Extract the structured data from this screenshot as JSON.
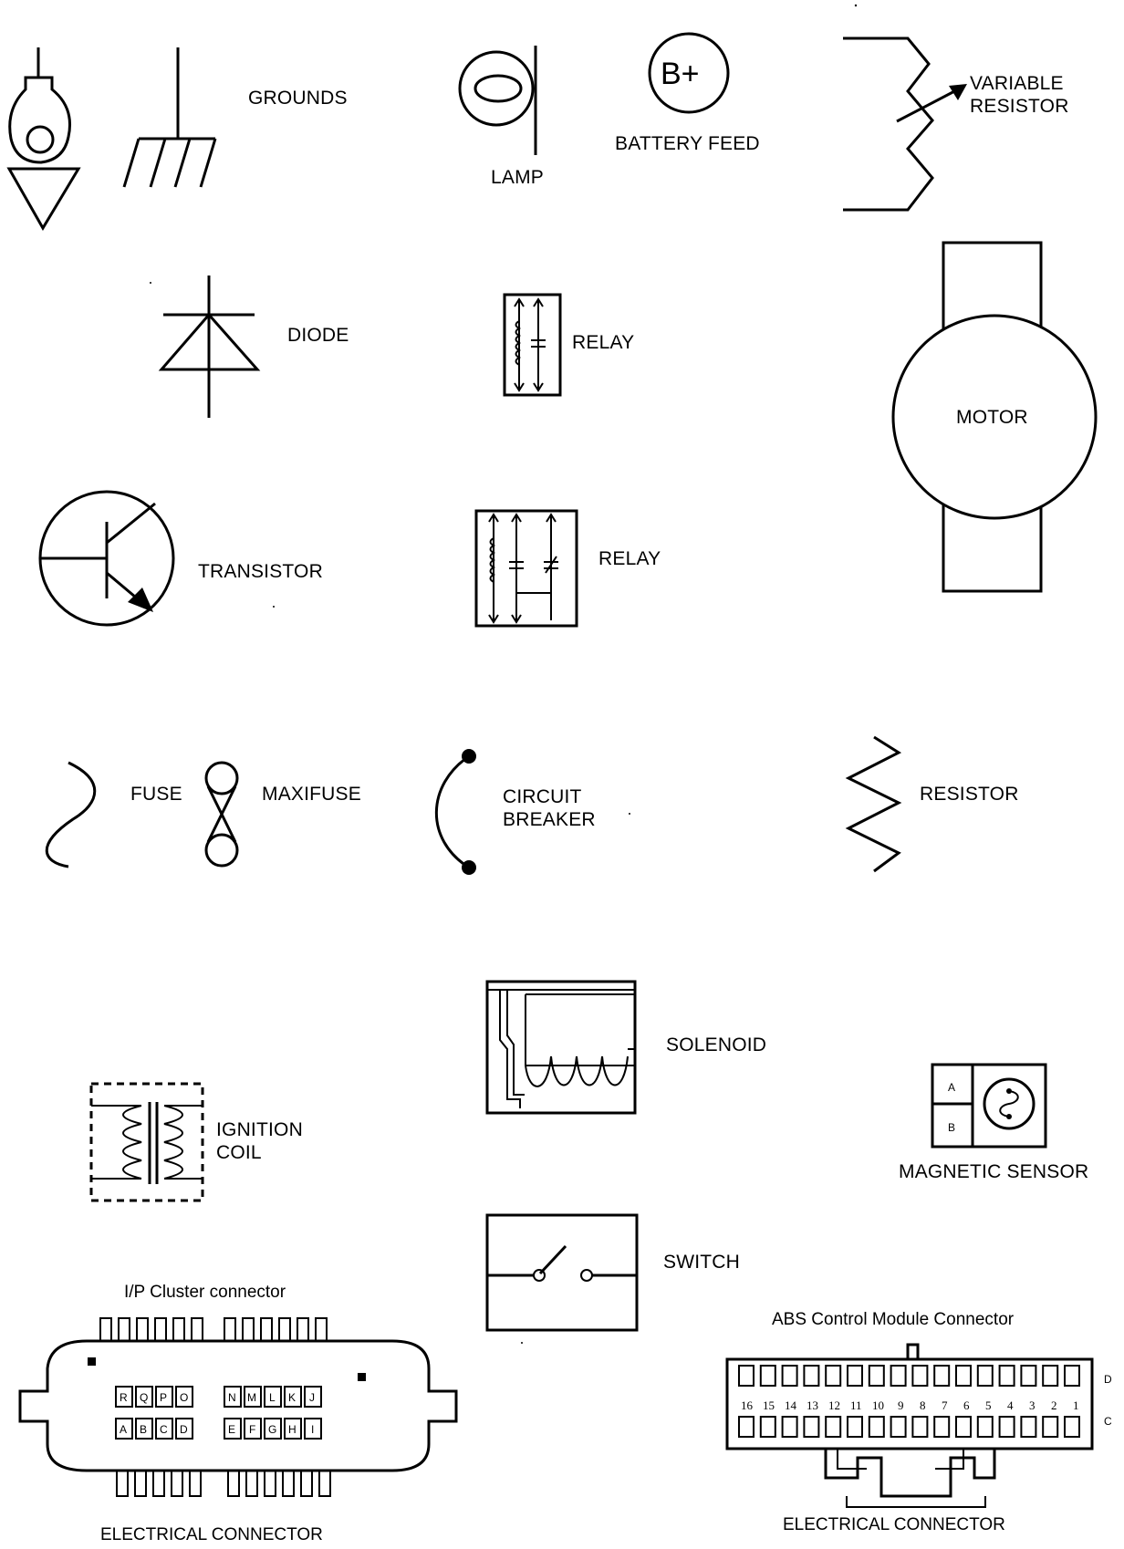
{
  "labels": {
    "grounds": "GROUNDS",
    "lamp": "LAMP",
    "battery_feed": "BATTERY FEED",
    "battery_symbol": "B+",
    "variable_resistor_1": "VARIABLE",
    "variable_resistor_2": "RESISTOR",
    "diode": "DIODE",
    "relay_1": "RELAY",
    "motor": "MOTOR",
    "transistor": "TRANSISTOR",
    "relay_2": "RELAY",
    "fuse": "FUSE",
    "maxifuse": "MAXIFUSE",
    "circuit_breaker_1": "CIRCUIT",
    "circuit_breaker_2": "BREAKER",
    "resistor": "RESISTOR",
    "solenoid": "SOLENOID",
    "ignition_coil_1": "IGNITION",
    "ignition_coil_2": "COIL",
    "magnetic_sensor": "MAGNETIC SENSOR",
    "sensor_pin_a": "A",
    "sensor_pin_b": "B",
    "switch": "SWITCH"
  },
  "ip_connector": {
    "title": "I/P Cluster connector",
    "caption": "ELECTRICAL CONNECTOR",
    "row1": [
      "R",
      "Q",
      "P",
      "O",
      "N",
      "M",
      "L",
      "K",
      "J"
    ],
    "row2": [
      "A",
      "B",
      "C",
      "D",
      "E",
      "F",
      "G",
      "H",
      "I"
    ]
  },
  "abs_connector": {
    "title": "ABS Control Module Connector",
    "caption": "ELECTRICAL CONNECTOR",
    "row_top_label": "D",
    "row_bottom_label": "C",
    "pin_numbers": [
      "16",
      "15",
      "14",
      "13",
      "12",
      "11",
      "10",
      "9",
      "8",
      "7",
      "6",
      "5",
      "4",
      "3",
      "2",
      "1"
    ]
  }
}
